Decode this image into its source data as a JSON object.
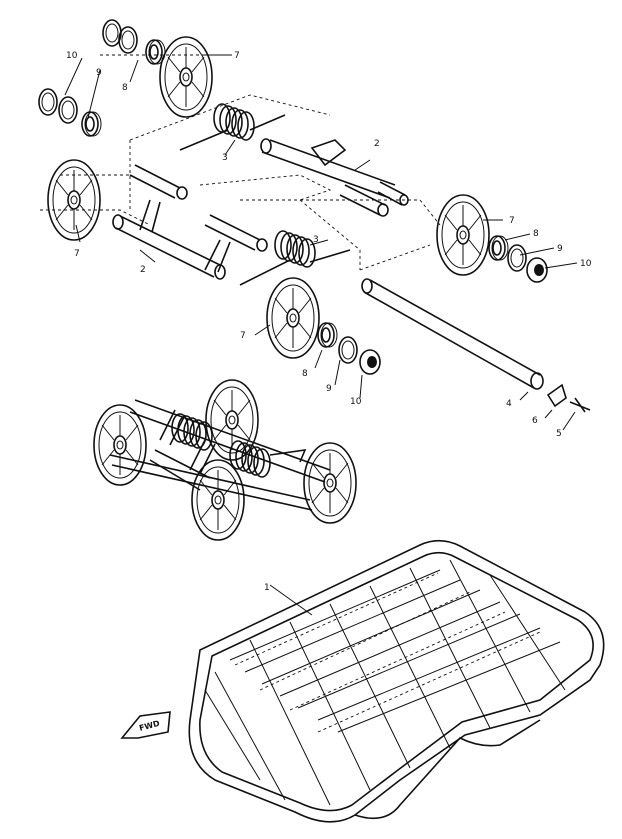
{
  "callouts": {
    "c1": "1",
    "c2a": "2",
    "c2b": "2",
    "c3a": "3",
    "c3b": "3",
    "c4": "4",
    "c5": "5",
    "c6": "6",
    "c7a": "7",
    "c7b": "7",
    "c7c": "7",
    "c7d": "7",
    "c8a": "8",
    "c8b": "8",
    "c8c": "8",
    "c9a": "9",
    "c9b": "9",
    "c9c": "9",
    "c10a": "10",
    "c10b": "10",
    "c10c": "10"
  },
  "direction_marker": "FWD"
}
